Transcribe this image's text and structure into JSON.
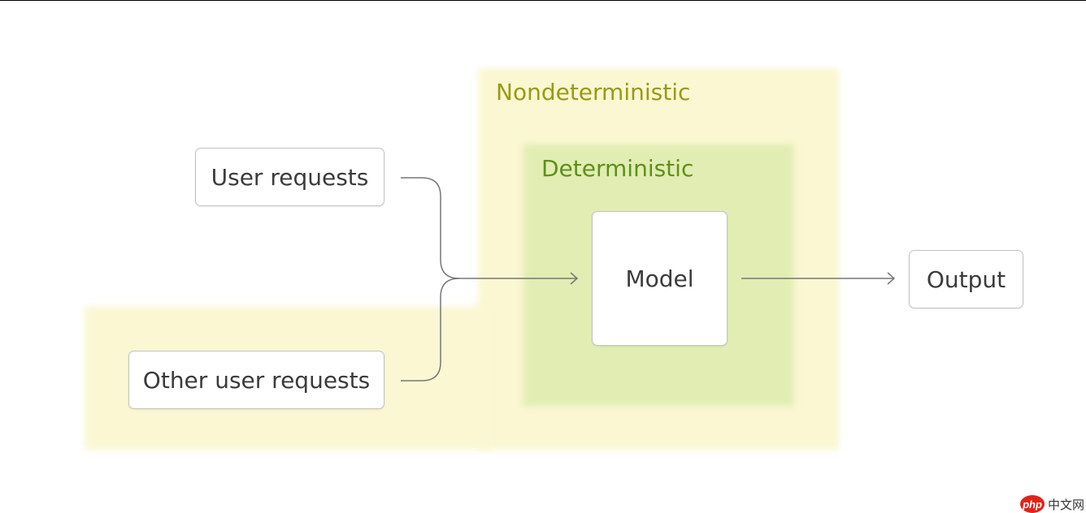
{
  "regions": {
    "nondeterministic": {
      "label": "Nondeterministic",
      "fill": "#faf7d2",
      "label_color": "#9a9a12"
    },
    "deterministic": {
      "label": "Deterministic",
      "fill": "#e1edb2",
      "label_color": "#5f8f1a"
    }
  },
  "nodes": {
    "user_requests": "User requests",
    "other_user_requests": "Other user requests",
    "model": "Model",
    "output": "Output"
  },
  "colors": {
    "node_border": "#c3c3c3",
    "connector": "#777777",
    "text": "#3b3b3b"
  },
  "watermark": {
    "logo": "php",
    "text": "中文网"
  }
}
